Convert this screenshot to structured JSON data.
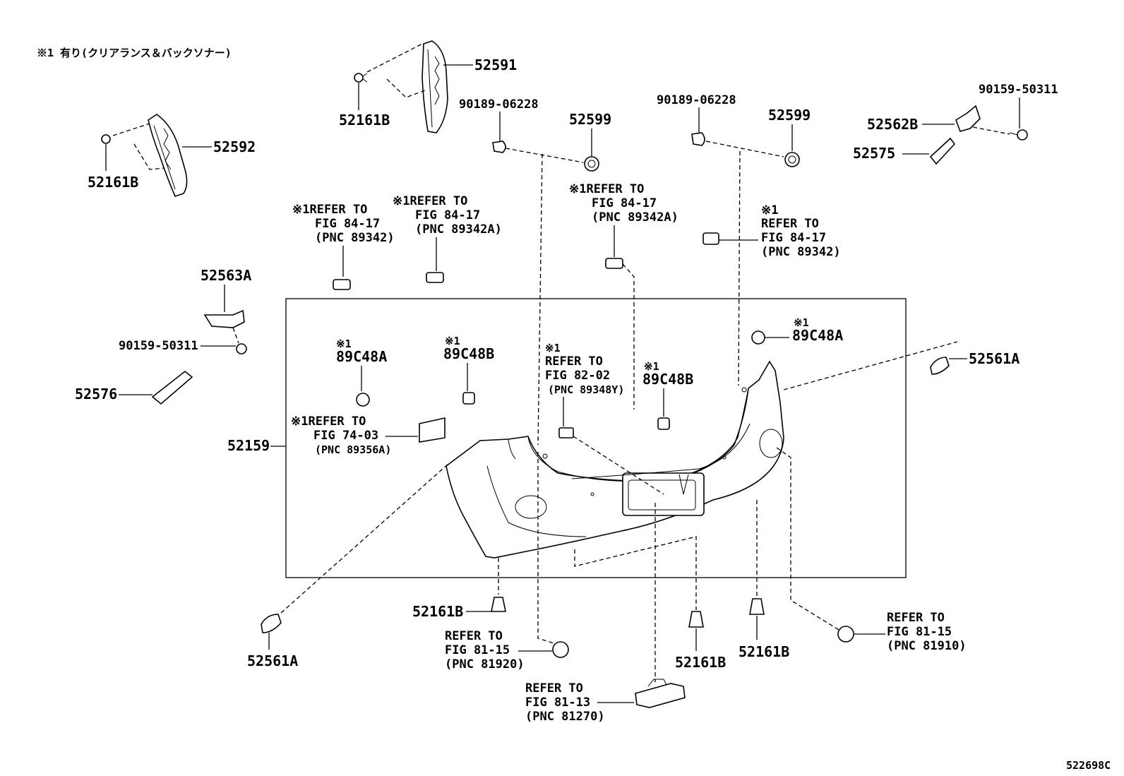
{
  "note": "※1 有り(クリアランス＆バックソナー)",
  "drawing_code": "522698C",
  "labels": {
    "p52591": "52591",
    "p52161b_top": "52161B",
    "p52592": "52592",
    "p52161b_left": "52161B",
    "p90189_left": "90189-06228",
    "p52599_left": "52599",
    "p90189_right": "90189-06228",
    "p52599_right": "52599",
    "p90159_right": "90159-50311",
    "p52562b": "52562B",
    "p52575": "52575",
    "p52563a": "52563A",
    "p90159_left": "90159-50311",
    "p52576": "52576",
    "p52159": "52159",
    "p52561a_right": "52561A",
    "p52561a_left": "52561A",
    "p52161b_b1": "52161B",
    "p52161b_b2": "52161B",
    "p52161b_b3": "52161B",
    "p89c48a_l": "89C48A",
    "p89c48b_l": "89C48B",
    "p89c48b_r": "89C48B",
    "p89c48a_r": "89C48A"
  },
  "marks": {
    "m_89c48a_l": "※1",
    "m_89c48b_l": "※1",
    "m_89c48b_r": "※1",
    "m_89c48a_r": "※1",
    "m_ref82": "※1"
  },
  "refs": {
    "r1_l1": "※1REFER TO",
    "r1_l2": "FIG 84-17",
    "r1_l3": "(PNC 89342)",
    "r2_l1": "※1REFER TO",
    "r2_l2": "FIG 84-17",
    "r2_l3": "(PNC 89342A)",
    "r3_l1": "※1REFER TO",
    "r3_l2": "FIG 84-17",
    "r3_l3": "(PNC 89342A)",
    "r4_l0": "※1",
    "r4_l1": "REFER TO",
    "r4_l2": "FIG 84-17",
    "r4_l3": "(PNC 89342)",
    "r5_l1": "REFER TO",
    "r5_l2": "FIG 82-02",
    "r5_l3": "(PNC 89348Y)",
    "r6_l1": "※1REFER TO",
    "r6_l2": "FIG 74-03",
    "r6_l3": "(PNC 89356A)",
    "r7_l1": "REFER TO",
    "r7_l2": "FIG 81-15",
    "r7_l3": "(PNC 81920)",
    "r8_l1": "REFER TO",
    "r8_l2": "FIG 81-15",
    "r8_l3": "(PNC 81910)",
    "r9_l1": "REFER TO",
    "r9_l2": "FIG 81-13",
    "r9_l3": "(PNC 81270)"
  }
}
